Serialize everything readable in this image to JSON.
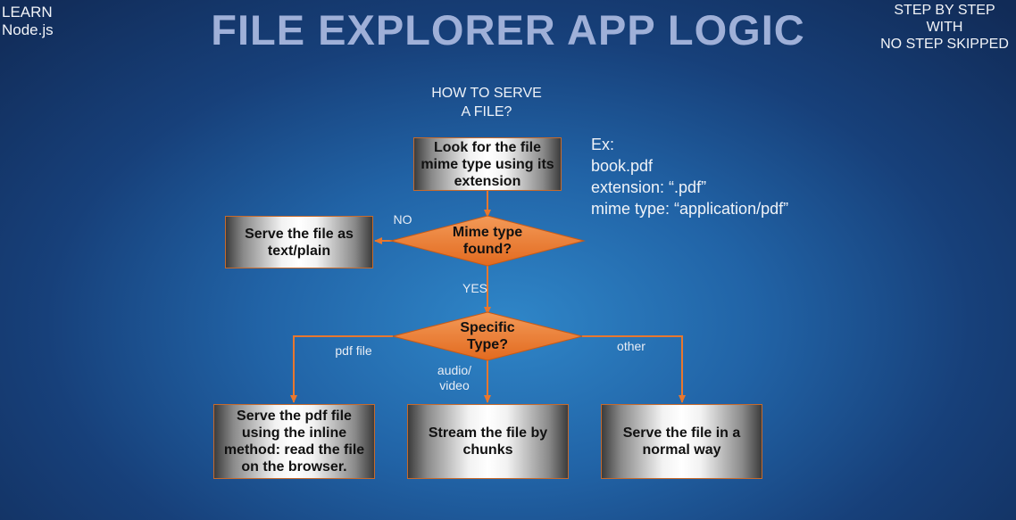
{
  "header": {
    "left_lines": [
      "LEARN",
      "Node.js"
    ],
    "title": "FILE EXPLORER APP LOGIC",
    "right_lines": [
      "STEP BY STEP",
      "WITH",
      "NO STEP SKIPPED"
    ]
  },
  "diagram": {
    "question_lines": [
      "HOW TO SERVE",
      "A FILE?"
    ],
    "example_lines": [
      "Ex:",
      "book.pdf",
      "extension: “.pdf”",
      "mime type: “application/pdf”"
    ],
    "nodes": {
      "lookup": "Look for the file mime type using its extension",
      "mime_found": "Mime type found?",
      "serve_plain": "Serve the file as text/plain",
      "specific_type": "Specific Type?",
      "serve_pdf": "Serve the pdf file using the inline method: read the file on the browser.",
      "stream": "Stream the file by chunks",
      "serve_normal": "Serve the file in a normal way"
    },
    "edge_labels": {
      "no": "NO",
      "yes": "YES",
      "pdf": "pdf file",
      "audio_video": "audio/ video",
      "other": "other"
    },
    "colors": {
      "accent": "#e8772e",
      "arrow": "#e8772e",
      "title": "#9fb0d8"
    }
  }
}
